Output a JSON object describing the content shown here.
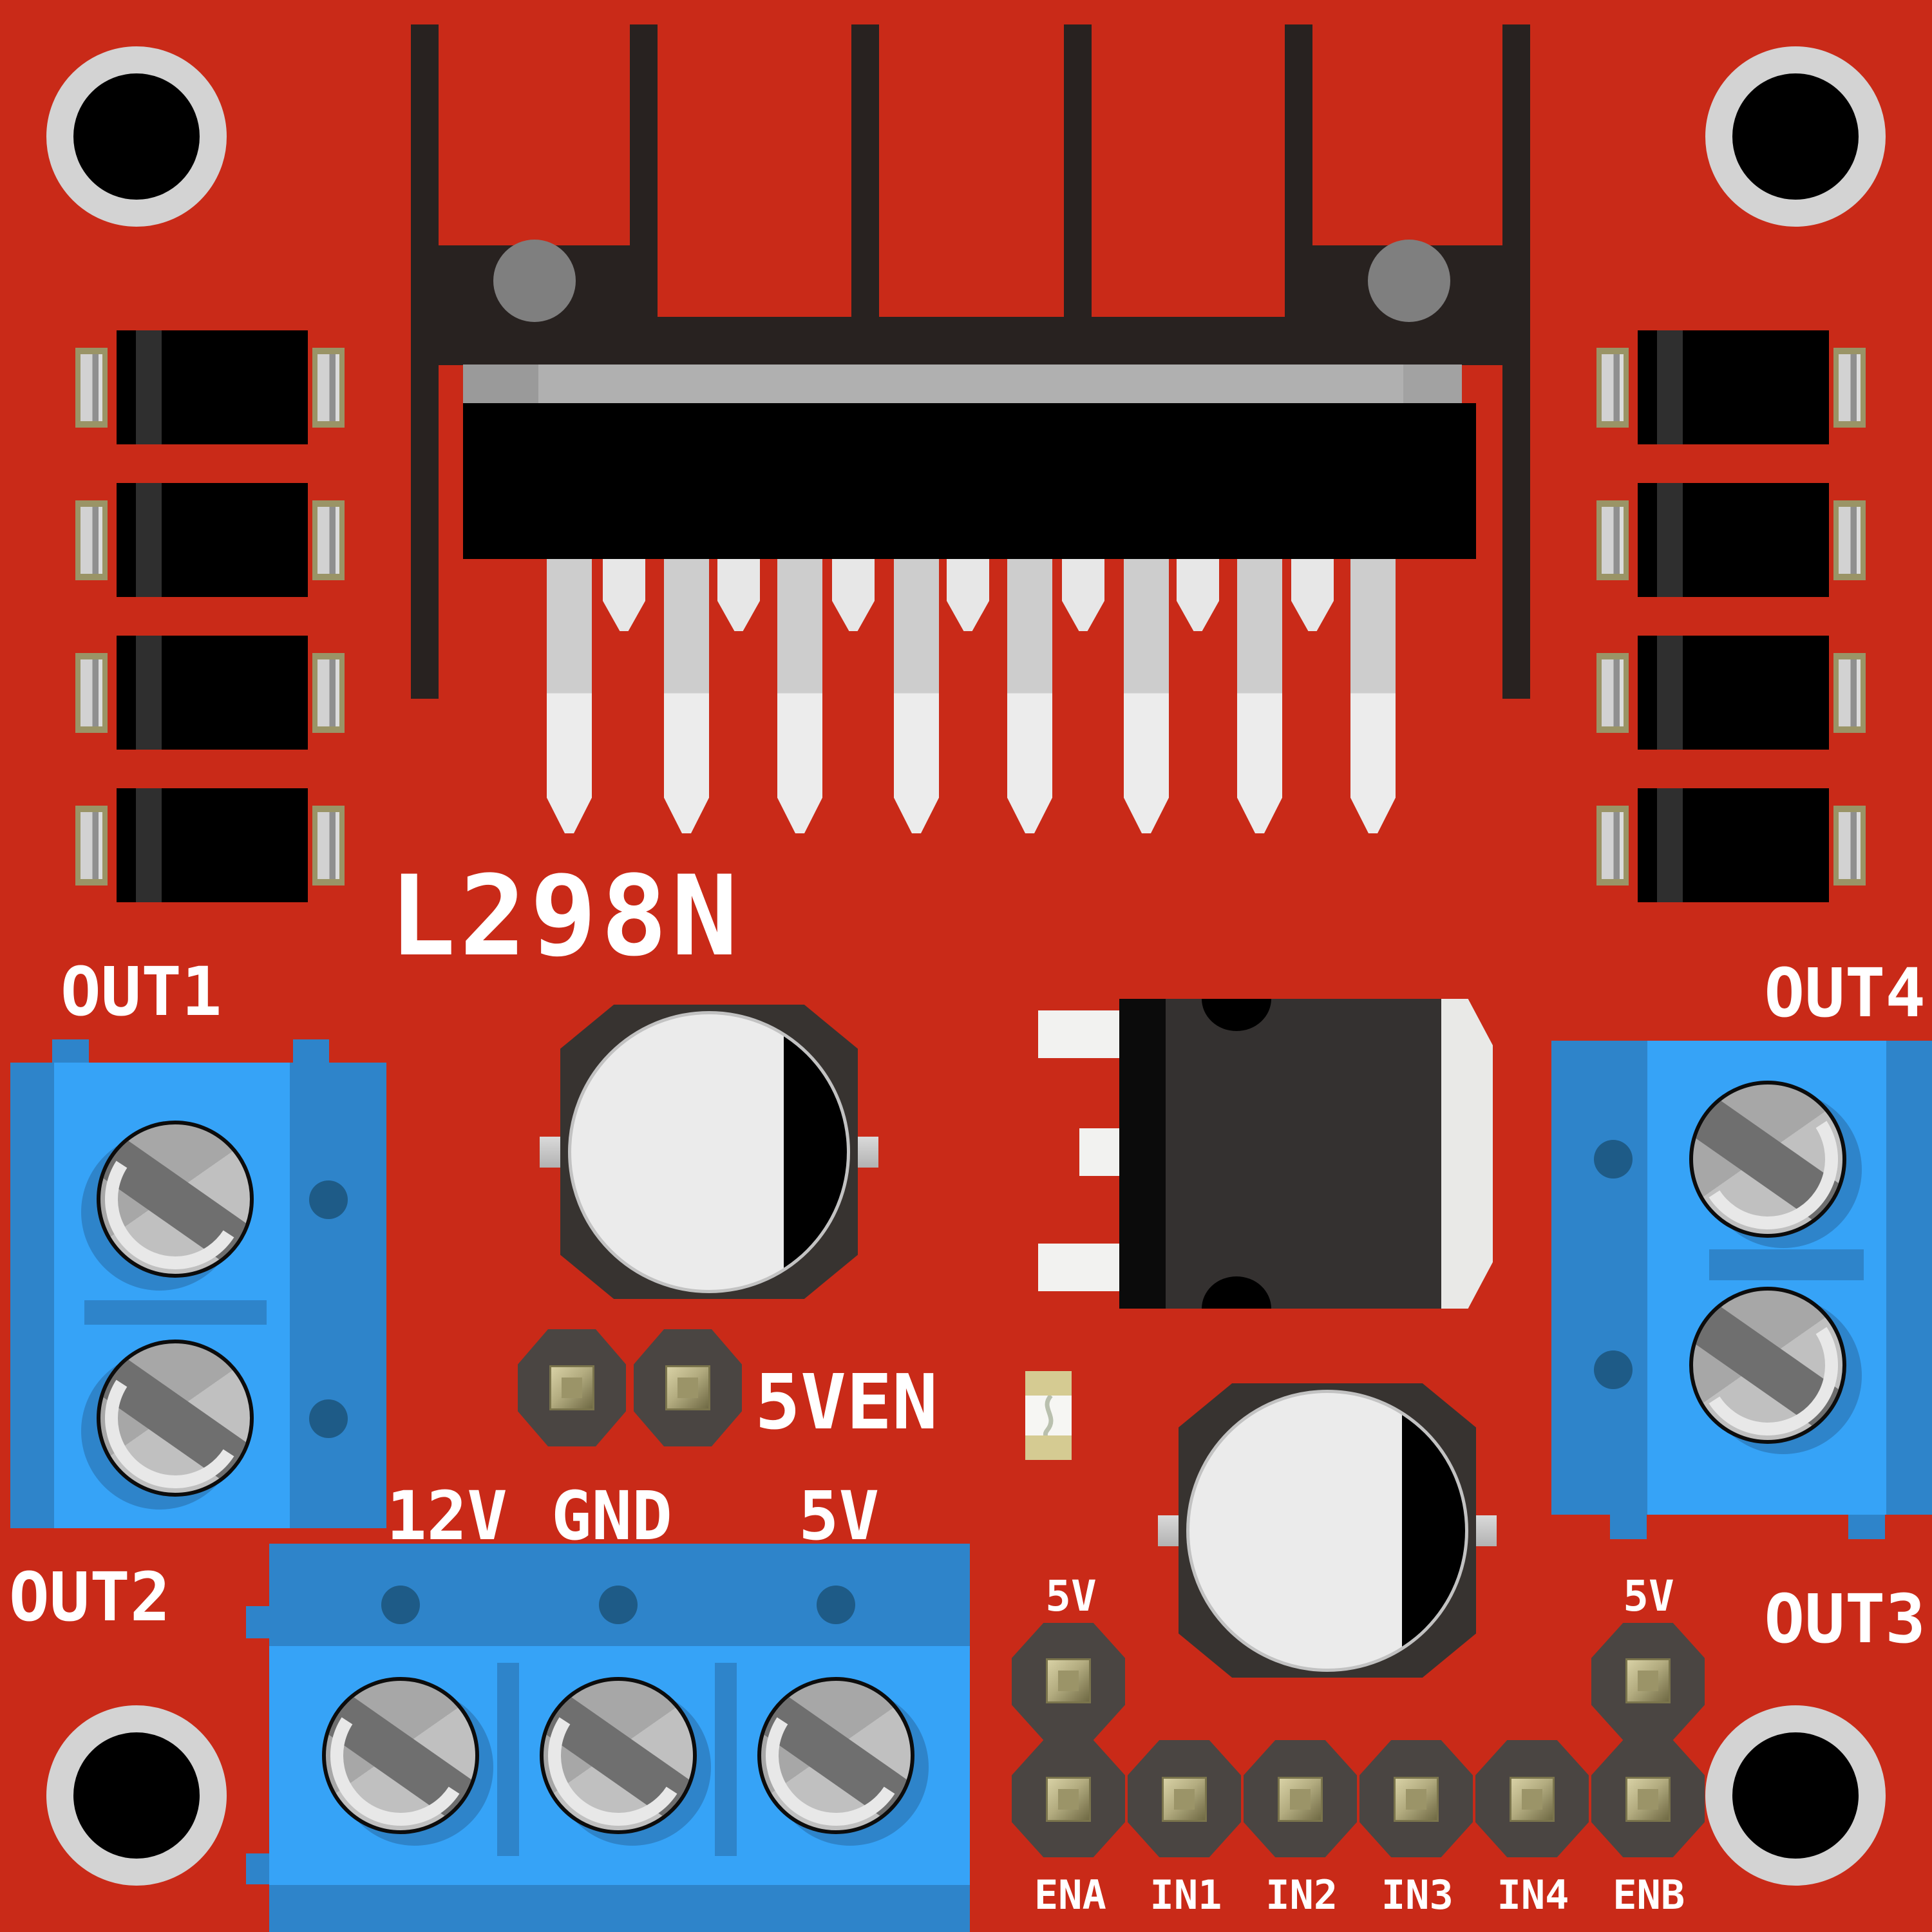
{
  "board": {
    "description": "L298N dual H-bridge motor driver module PCB illustration",
    "chip": "L298N"
  },
  "silk": {
    "l298n": "L298N",
    "out1": "OUT1",
    "out2": "OUT2",
    "out3": "OUT3",
    "out4": "OUT4",
    "v12": "12V",
    "gnd": "GND",
    "v5": "5V",
    "v5en": "5VEN",
    "v5_ena": "5V",
    "v5_enb": "5V",
    "pins": [
      "ENA",
      "IN1",
      "IN2",
      "IN3",
      "IN4",
      "ENB"
    ]
  },
  "components": {
    "heatsink": "heatsink",
    "ic": "L298N multiwatt-15 IC",
    "diodes": "flyback diodes x8",
    "capacitors": "electrolytic capacitors x2",
    "regulator": "voltage regulator TO-220",
    "led": "power LED",
    "terminals": [
      "OUT1/OUT2 screw terminal",
      "OUT3/OUT4 screw terminal",
      "12V/GND/5V screw terminal"
    ],
    "headers": [
      "5VEN jumper header",
      "ENA IN1 IN2 IN3 IN4 ENB control header"
    ]
  },
  "colors": {
    "board_red": "#c92a18",
    "terminal_blue": "#36a3f7",
    "terminal_blue_dark": "#2e84ca",
    "terminal_navy": "#1e5b87",
    "heatsink_dark": "#282220",
    "chip_black": "#000000",
    "pin_silver": "#cdcdcd",
    "pad_gold": "#9b9468",
    "diode_pad_olive": "#9a9466",
    "silkscreen_white": "#ffffff"
  }
}
